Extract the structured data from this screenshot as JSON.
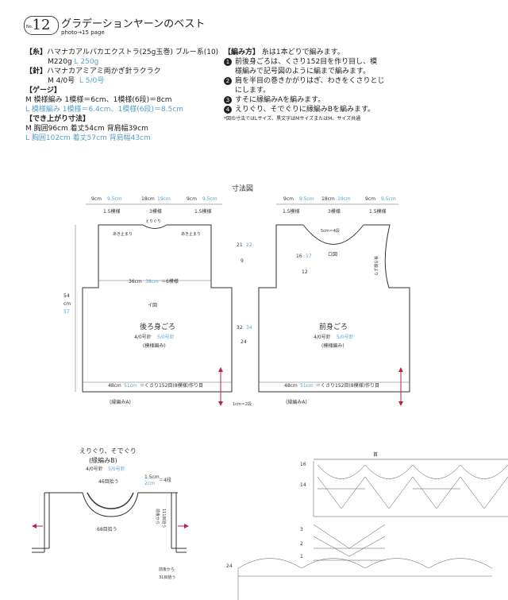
{
  "header": {
    "no": "No.",
    "number": "12",
    "title": "グラデーションヤーンのベスト",
    "photo": "photo→15 page"
  },
  "specs": {
    "yarn_label": "【糸】",
    "yarn_text": "ハマナカアルパカエクストラ(25g玉巻) ブルー系(10)",
    "yarn_m": "M220g",
    "yarn_l": "L 250g",
    "needle_label": "【針】",
    "needle_text": "ハマナカアミアミ両かぎ針ラクラク",
    "needle_m": "M 4/0号",
    "needle_l": "L 5/0号",
    "gauge_label": "【ゲージ】",
    "gauge_m": "M 模様編み 1模様＝6cm、1模様(6段)＝8cm",
    "gauge_l": "L 模様編み 1模様＝6.4cm、1模様(6段)＝8.5cm",
    "size_label": "【でき上がり寸法】",
    "size_m": "M 胸囲96cm 着丈54cm 背肩幅39cm",
    "size_l": "L 胸囲102cm 着丈57cm 背肩幅43cm"
  },
  "method": {
    "label": "【編み方】",
    "intro": "糸は1本どりで編みます。",
    "steps": [
      {
        "num": "1",
        "text": "前後身ごろは、くさり152目を作り目し、模"
      },
      {
        "num": "",
        "text": "様編みで記号図のように編まで編みます。"
      },
      {
        "num": "2",
        "text": "肩を半目の巻きかがりはぎ、わきをくさりとじ"
      },
      {
        "num": "",
        "text": "にします。"
      },
      {
        "num": "3",
        "text": "すそに縁編みAを編みます。"
      },
      {
        "num": "4",
        "text": "えりぐり、そでぐりに縁編みBを編みます。"
      }
    ],
    "note": "*図の寸法ではLサイズ、黒文字はMサイズまたはM、サイズ共通"
  },
  "diagram": {
    "title": "寸法図",
    "back": {
      "top": [
        "9cm",
        "9.5cm",
        "18cm",
        "19cm",
        "9cm",
        "9.5cm"
      ],
      "top_patterns": [
        "1.5模様",
        "3模様",
        "1.5模様"
      ],
      "neck": "えりぐり",
      "rest_l": "あき止まり",
      "rest_r": "あき止まり",
      "width_m": "36cm",
      "width_l": "38cm",
      "width_pat": "＝6模様",
      "side_m": "54",
      "side_l": "57",
      "side_unit": "cm",
      "mark": "イ図",
      "name": "後ろ身ごろ",
      "needle_m": "4/0号針",
      "needle_l": "5/0号針",
      "pattern": "(模様編み)",
      "bottom_m": "48cm",
      "bottom_l": "51cm",
      "bottom_pat": "＝くさり152目(8模様)作り目",
      "edge": "(縁編みA)",
      "edge_rows": "1cm＝2段"
    },
    "front": {
      "top": [
        "9cm",
        "9.5cm",
        "18cm",
        "19cm",
        "9cm",
        "9.5cm"
      ],
      "top_patterns": [
        "1.5模様",
        "3模様",
        "1.5模様"
      ],
      "neck_w": "5cm＝4段",
      "mark": "ロ図",
      "back_side": "後ろ脇より",
      "shoulder_m": "21",
      "shoulder_l": "22",
      "s2_m": "16",
      "s2_l": "17",
      "s3": "12",
      "s4": "9",
      "side_m": "32",
      "side_l": "34",
      "side_b": "24",
      "name": "前身ごろ",
      "needle_m": "4/0号針",
      "needle_l": "5/0号針",
      "pattern": "(模様編み)",
      "bottom_m": "48cm",
      "bottom_l": "51cm",
      "bottom_pat": "＝くさり152目(8模様)作り目",
      "edge": "(縁編みA)"
    },
    "trim": {
      "title1": "えりぐり、そでぐり",
      "title2": "(縁編みB)",
      "needle_m": "4/0号針",
      "needle_l": "5/0号針",
      "w1": "1.5cm",
      "w2": "2cm",
      "rows": "＝4段",
      "neck_pick": "46目拾う",
      "back_pick": "68目拾う",
      "side_pick": "前後から",
      "side_count": "111目拾う",
      "bottom_side": "前後から",
      "bottom_count": "31目拾う"
    },
    "chart": {
      "label": "首",
      "r16": "16",
      "r14": "14",
      "r3": "3",
      "r2": "2",
      "r1": "1",
      "r24": "24"
    }
  }
}
